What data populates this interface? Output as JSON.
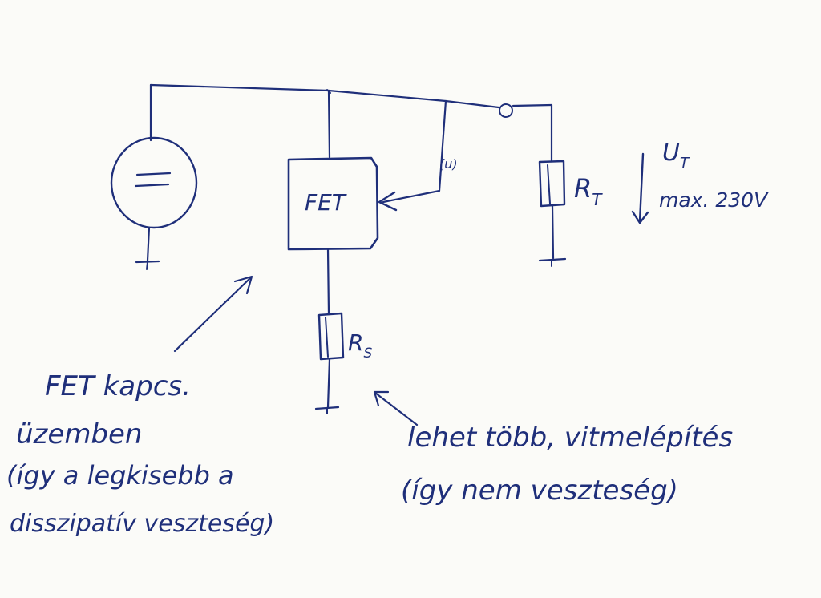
{
  "circuit": {
    "fet_label": "FET",
    "control_label": "(u)",
    "load_resistor_label": "R",
    "load_resistor_subscript": "T",
    "sense_resistor_label": "R",
    "sense_resistor_subscript": "S",
    "voltage_label": "U",
    "voltage_subscript": "T",
    "voltage_max": "max. 230V"
  },
  "notes": {
    "left": [
      "FET kapcs.",
      "üzemben",
      "(így a legkisebb a",
      "disszipatív veszteség)"
    ],
    "right": [
      "lehet több, vitmelépítés",
      "(így nem veszteség)"
    ]
  },
  "colors": {
    "ink": "#1f2f7a",
    "paper": "#fbfbf8"
  }
}
